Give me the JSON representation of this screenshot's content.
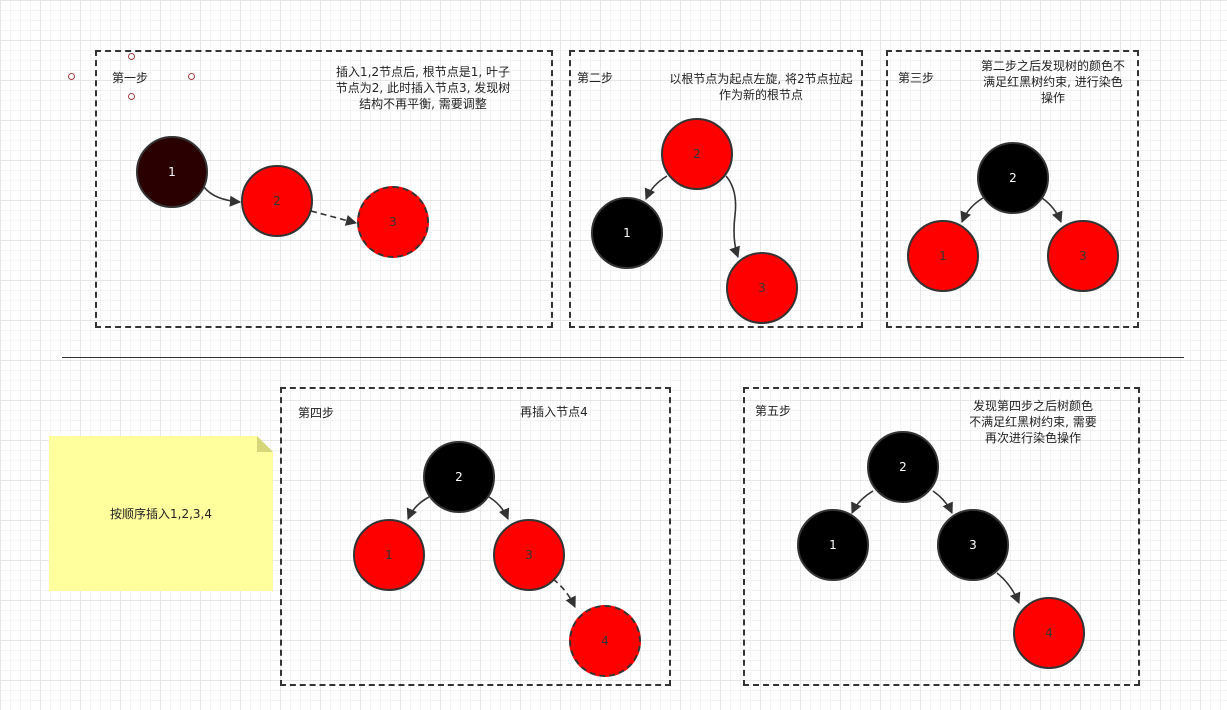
{
  "diagram": {
    "note": "按顺序插入1,2,3,4",
    "colors": {
      "red": "#ff0000",
      "black": "#000000",
      "dark_red": "#2a0000",
      "sticky": "#ffff9e"
    },
    "steps": [
      {
        "label": "第一步",
        "description": "插入1,2节点后, 根节点是1, 叶子节点为2, 此时插入节点3, 发现树结构不再平衡, 需要调整",
        "nodes": [
          {
            "id": "1",
            "color": "dark-red"
          },
          {
            "id": "2",
            "color": "red"
          },
          {
            "id": "3",
            "color": "red",
            "dashed": true
          }
        ]
      },
      {
        "label": "第二步",
        "description": "以根节点为起点左旋, 将2节点拉起作为新的根节点",
        "nodes": [
          {
            "id": "2",
            "color": "red"
          },
          {
            "id": "1",
            "color": "black"
          },
          {
            "id": "3",
            "color": "red"
          }
        ]
      },
      {
        "label": "第三步",
        "description": "第二步之后发现树的颜色不满足红黑树约束, 进行染色操作",
        "nodes": [
          {
            "id": "2",
            "color": "black"
          },
          {
            "id": "1",
            "color": "red"
          },
          {
            "id": "3",
            "color": "red"
          }
        ]
      },
      {
        "label": "第四步",
        "description": "再插入节点4",
        "nodes": [
          {
            "id": "2",
            "color": "black"
          },
          {
            "id": "1",
            "color": "red"
          },
          {
            "id": "3",
            "color": "red"
          },
          {
            "id": "4",
            "color": "red",
            "dashed": true
          }
        ]
      },
      {
        "label": "第五步",
        "description": "发现第四步之后树颜色不满足红黑树约束, 需要再次进行染色操作",
        "nodes": [
          {
            "id": "2",
            "color": "black"
          },
          {
            "id": "1",
            "color": "black"
          },
          {
            "id": "3",
            "color": "black"
          },
          {
            "id": "4",
            "color": "red"
          }
        ]
      }
    ]
  }
}
